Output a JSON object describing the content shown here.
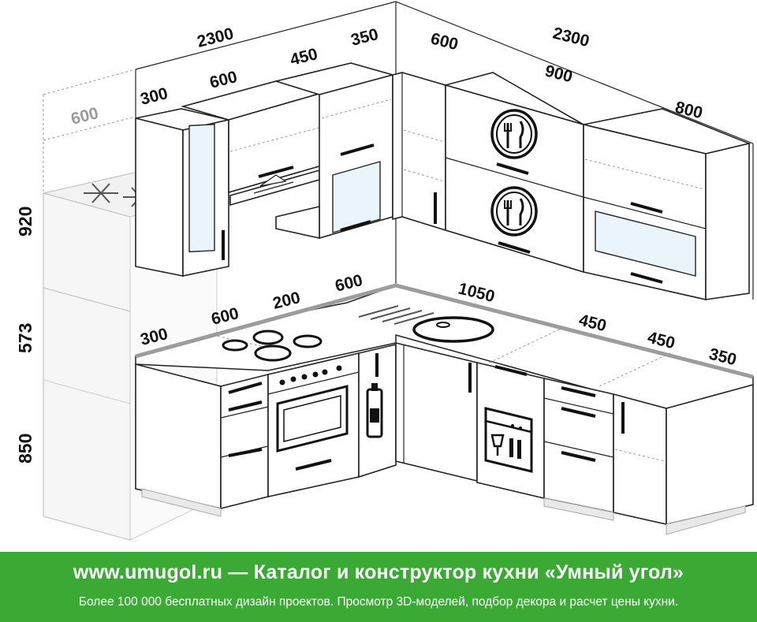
{
  "dimensions": {
    "width_left": "2300",
    "width_right": "2300",
    "upper_left_0": "600",
    "upper_left_1": "300",
    "upper_left_2": "600",
    "upper_left_3": "450",
    "upper_left_4": "350",
    "upper_right_1": "600",
    "upper_right_2": "900",
    "upper_right_3": "800",
    "height_upper": "920",
    "height_gap": "573",
    "height_base": "850",
    "lower_left_1": "300",
    "lower_left_2": "600",
    "lower_left_3": "200",
    "lower_left_4": "600",
    "lower_right_1": "1050",
    "lower_right_2": "450",
    "lower_right_3": "450",
    "lower_right_4": "350"
  },
  "footer": {
    "headline": "www.umugol.ru — Каталог и конструктор кухни «Умный угол»",
    "subline": "Более 100 000 бесплатных дизайн проектов. Просмотр 3D-моделей, подбор декора и расчет цены кухни."
  },
  "colors": {
    "footer_bg": "#3aaa35",
    "glass": "#e9f4fb"
  },
  "icons": [
    "snowflake-icon",
    "plate-cutlery-icon",
    "bottle-icon",
    "dishwasher-icon",
    "hob-icon",
    "sink-icon",
    "oven-icon",
    "hood-icon"
  ]
}
